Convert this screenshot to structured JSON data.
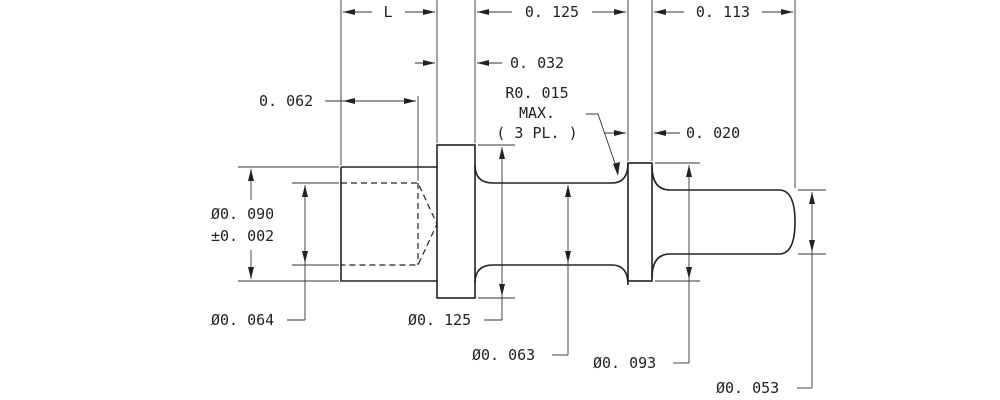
{
  "drawing": {
    "line_color": "#222222",
    "background": "#ffffff",
    "labels": {
      "length_l": "L",
      "top_0125": "0. 125",
      "top_0113": "0. 113",
      "dim_0032": "0. 032",
      "dim_0062": "0. 062",
      "radius_line1": "R0. 015",
      "radius_line2": "MAX.",
      "radius_line3": "( 3 PL. )",
      "dim_0020": "0. 020",
      "dia_0090_line1": "Ø0. 090",
      "dia_0090_line2": "±0. 002",
      "dia_0064": "Ø0. 064",
      "dia_0125": "Ø0. 125",
      "dia_0063": "Ø0. 063",
      "dia_0093": "Ø0. 093",
      "dia_0053": "Ø0. 053"
    }
  }
}
